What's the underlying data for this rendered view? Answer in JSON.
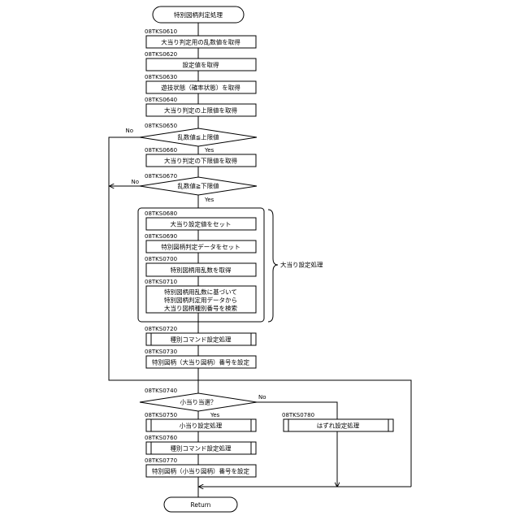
{
  "start": "特別図柄判定処理",
  "end": "Return",
  "steps": {
    "s0610": {
      "label": "08TKS0610",
      "text": "大当り判定用の乱数値を取得"
    },
    "s0620": {
      "label": "08TKS0620",
      "text": "設定値を取得"
    },
    "s0630": {
      "label": "08TKS0630",
      "text": "遊技状態（確率状態）を取得"
    },
    "s0640": {
      "label": "08TKS0640",
      "text": "大当り判定の上限値を取得"
    },
    "s0650": {
      "label": "08TKS0650",
      "text": "乱数値≦上限値"
    },
    "s0660": {
      "label": "08TKS0660",
      "text": "大当り判定の下限値を取得"
    },
    "s0670": {
      "label": "08TKS0670",
      "text": "乱数値≧下限値"
    },
    "s0680": {
      "label": "08TKS0680",
      "text": "大当り設定値をセット"
    },
    "s0690": {
      "label": "08TKS0690",
      "text": "特別図柄判定データをセット"
    },
    "s0700": {
      "label": "08TKS0700",
      "text": "特別図柄用乱数を取得"
    },
    "s0710": {
      "label": "08TKS0710",
      "lines": [
        "特別図柄用乱数に基づいて",
        "特別図柄判定用データから",
        "大当り図柄種別番号を検索"
      ]
    },
    "s0720": {
      "label": "08TKS0720",
      "text": "種別コマンド設定処理"
    },
    "s0730": {
      "label": "08TKS0730",
      "text": "特別図柄（大当り図柄）番号を設定"
    },
    "s0740": {
      "label": "08TKS0740",
      "text": "小当り当選？"
    },
    "s0750": {
      "label": "08TKS0750",
      "text": "小当り設定処理"
    },
    "s0760": {
      "label": "08TKS0760",
      "text": "種別コマンド設定処理"
    },
    "s0770": {
      "label": "08TKS0770",
      "text": "特別図柄（小当り図柄）番号を設定"
    },
    "s0780": {
      "label": "08TKS0780",
      "text": "はずれ設定処理"
    }
  },
  "group_label": "大当り設定処理",
  "yes": "Yes",
  "no": "No"
}
